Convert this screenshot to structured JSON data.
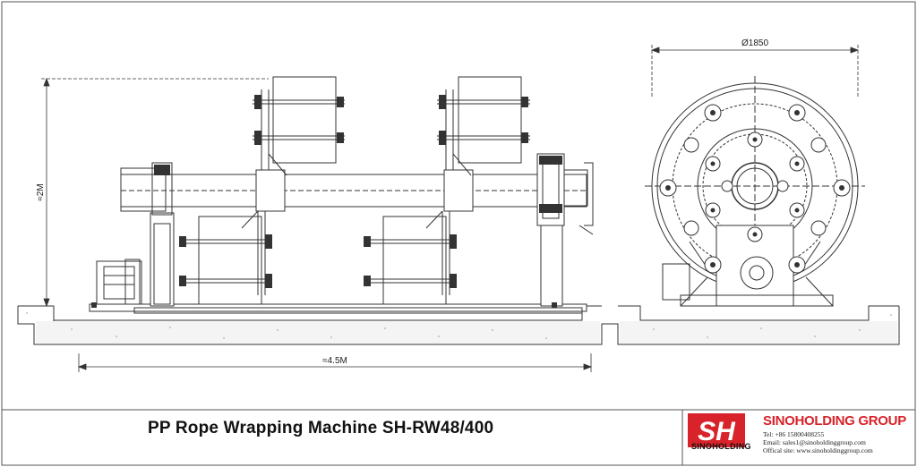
{
  "drawing": {
    "title": "PP Rope Wrapping Machine SH-RW48/400",
    "dimensions": {
      "diameter": "Ø1850",
      "height": "≈2M",
      "length": "≈4.5M"
    }
  },
  "logo": {
    "mark": "SH",
    "wordmark": "SINOHOLDING"
  },
  "company": {
    "name": "SINOHOLDING GROUP",
    "tel": "Tel: +86 15800408255",
    "email": "Email: sales1@sinoholdinggroup.com",
    "site": "Offical site: www.sinoholdinggroup.com"
  },
  "colors": {
    "line": "#333333",
    "brand_red": "#d8232a",
    "concrete": "#f2f2f2"
  }
}
